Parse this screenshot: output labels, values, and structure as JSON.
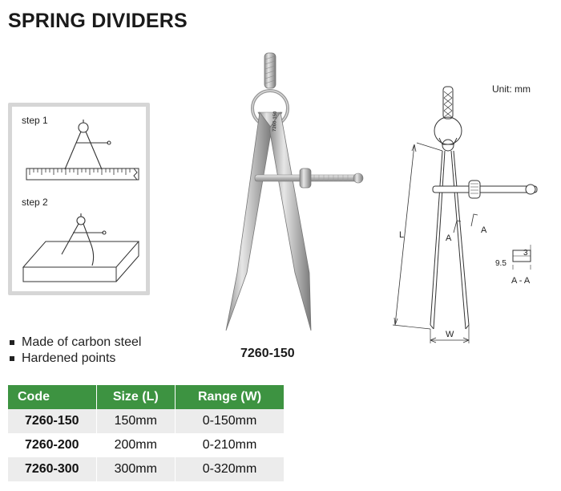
{
  "title": "SPRING DIVIDERS",
  "steps": {
    "step1": "step 1",
    "step2": "step 2"
  },
  "features": [
    "Made of carbon steel",
    "Hardened points"
  ],
  "model_label": "7260-150",
  "engraving": "7260-150",
  "unit": "Unit: mm",
  "drawing": {
    "length": "L",
    "width": "W",
    "section_a1": "A",
    "section_a2": "A",
    "dim_thickness": "3",
    "dim_width": "9.5",
    "section_caption": "A - A"
  },
  "table": {
    "headers": {
      "code": "Code",
      "size": "Size (L)",
      "range": "Range (W)"
    },
    "rows": [
      {
        "code": "7260-150",
        "size": "150mm",
        "range": "0-150mm"
      },
      {
        "code": "7260-200",
        "size": "200mm",
        "range": "0-210mm"
      },
      {
        "code": "7260-300",
        "size": "300mm",
        "range": "0-320mm"
      }
    ]
  },
  "colors": {
    "table_header": "#3d9341",
    "row_alt": "#ececec",
    "panel_border": "#d6d6d6"
  }
}
